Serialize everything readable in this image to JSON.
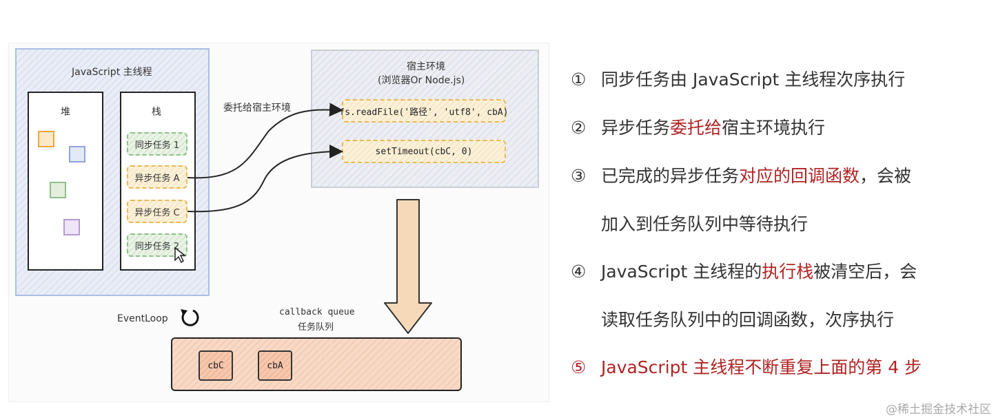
{
  "diagram": {
    "main_thread": {
      "title": "JavaScript 主线程",
      "heap_label": "堆",
      "stack_label": "栈",
      "stack_items": [
        "同步任务 1",
        "异步任务 A",
        "异步任务 C",
        "同步任务 2"
      ]
    },
    "delegate_label": "委托给宿主环境",
    "host_env": {
      "title": "宿主环境",
      "subtitle": "(浏览器Or Node.js)",
      "apis": [
        "fs.readFile('路径', 'utf8', cbA)",
        "setTimeout(cbC, 0)"
      ]
    },
    "event_loop_label": "EventLoop",
    "queue": {
      "label_en": "callback queue",
      "label_cn": "任务队列",
      "items": [
        "cbC",
        "cbA"
      ]
    },
    "colors": {
      "main_thread_border": "#a9bfe6",
      "sync_task": "#8fbf8a",
      "async_task": "#e8b955",
      "queue_fill": "#f7d9c6",
      "highlight": "#b02323"
    },
    "icons": [
      "loop-arrow-icon",
      "down-arrow-icon",
      "cursor-icon"
    ]
  },
  "steps": [
    {
      "num": "①",
      "parts": [
        "同步任务由 JavaScript 主线程次序执行"
      ]
    },
    {
      "num": "②",
      "parts": [
        "异步任务",
        "委托给",
        "宿主环境执行"
      ]
    },
    {
      "num": "③",
      "parts": [
        "已完成的异步任务",
        "对应的回调函数",
        "，会被"
      ]
    },
    {
      "num": "",
      "parts": [
        "加入到任务队列中等待执行"
      ]
    },
    {
      "num": "④",
      "parts": [
        "JavaScript 主线程的",
        "执行栈",
        "被清空后，会"
      ]
    },
    {
      "num": "",
      "parts": [
        "读取任务队列中的回调函数，次序执行"
      ]
    },
    {
      "num": "⑤",
      "parts": [
        "JavaScript 主线程不断重复上面的第 4 步"
      ]
    }
  ],
  "watermark": "@稀土掘金技术社区"
}
